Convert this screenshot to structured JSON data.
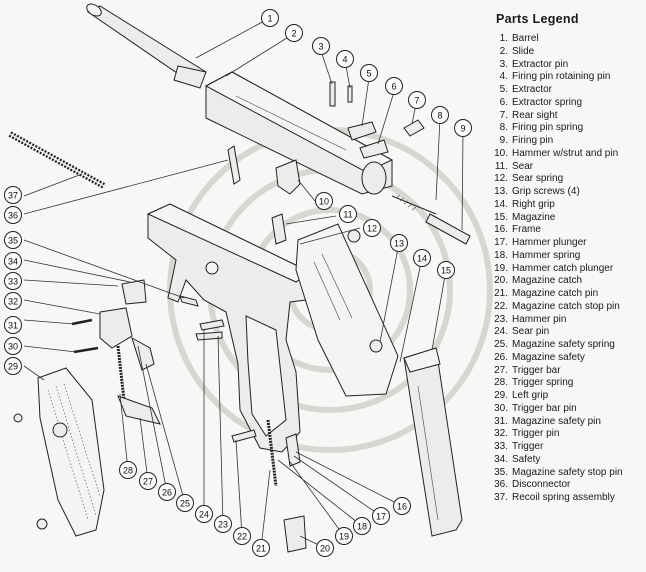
{
  "legend": {
    "title": "Parts Legend",
    "items": [
      {
        "num": "1.",
        "label": "Barrel"
      },
      {
        "num": "2.",
        "label": "Slide"
      },
      {
        "num": "3.",
        "label": "Extractor pin"
      },
      {
        "num": "4.",
        "label": "Firing pin rotaining pin"
      },
      {
        "num": "5.",
        "label": "Extractor"
      },
      {
        "num": "6.",
        "label": "Extractor spring"
      },
      {
        "num": "7.",
        "label": "Rear sight"
      },
      {
        "num": "8.",
        "label": "Firing pin spring"
      },
      {
        "num": "9.",
        "label": "Firing pin"
      },
      {
        "num": "10.",
        "label": "Hammer w/strut and pin"
      },
      {
        "num": "11.",
        "label": "Sear"
      },
      {
        "num": "12.",
        "label": "Sear spring"
      },
      {
        "num": "13.",
        "label": "Grip screws (4)"
      },
      {
        "num": "14.",
        "label": "Right grip"
      },
      {
        "num": "15.",
        "label": "Magazine"
      },
      {
        "num": "16.",
        "label": "Frame"
      },
      {
        "num": "17.",
        "label": "Hammer plunger"
      },
      {
        "num": "18.",
        "label": "Hammer spring"
      },
      {
        "num": "19.",
        "label": "Hammer catch plunger"
      },
      {
        "num": "20.",
        "label": "Magazine catch"
      },
      {
        "num": "21.",
        "label": "Magazine catch pin"
      },
      {
        "num": "22.",
        "label": "Magazine catch stop pin"
      },
      {
        "num": "23.",
        "label": "Hammer pin"
      },
      {
        "num": "24.",
        "label": "Sear pin"
      },
      {
        "num": "25.",
        "label": "Magazine safety spring"
      },
      {
        "num": "26.",
        "label": "Magazine safety"
      },
      {
        "num": "27.",
        "label": "Trigger bar"
      },
      {
        "num": "28.",
        "label": "Trigger spring"
      },
      {
        "num": "29.",
        "label": "Left grip"
      },
      {
        "num": "30.",
        "label": "Trigger bar pin"
      },
      {
        "num": "31.",
        "label": "Magazine safety pin"
      },
      {
        "num": "32.",
        "label": "Trigger pin"
      },
      {
        "num": "33.",
        "label": "Trigger"
      },
      {
        "num": "34.",
        "label": "Safety"
      },
      {
        "num": "35.",
        "label": "Magazine safety stop pin"
      },
      {
        "num": "36.",
        "label": "Disconnector"
      },
      {
        "num": "37.",
        "label": "Recoil spring assembly"
      }
    ]
  },
  "callouts": [
    "1",
    "2",
    "3",
    "4",
    "5",
    "6",
    "7",
    "8",
    "9",
    "10",
    "11",
    "12",
    "13",
    "14",
    "15",
    "16",
    "17",
    "18",
    "19",
    "20",
    "21",
    "22",
    "23",
    "24",
    "25",
    "26",
    "27",
    "28",
    "29",
    "30",
    "31",
    "32",
    "33",
    "34",
    "35",
    "36",
    "37"
  ]
}
